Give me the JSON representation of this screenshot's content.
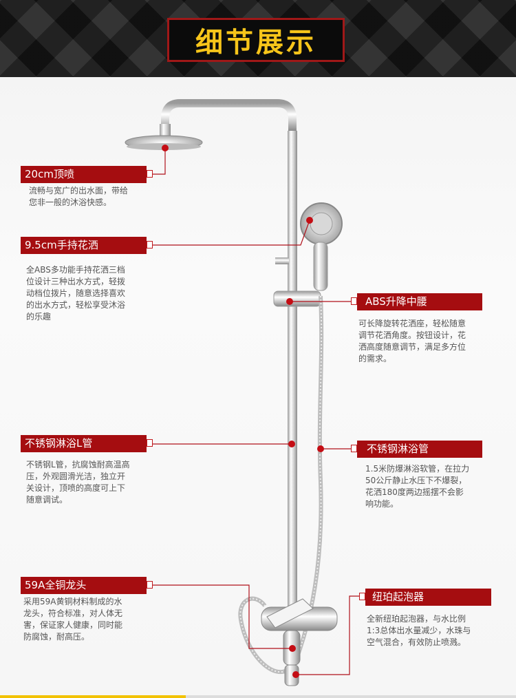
{
  "header": {
    "title": "细节展示"
  },
  "colors": {
    "accent_red": "#a50d10",
    "title_yellow": "#f7c51a",
    "header_dark": "#1e1e1e"
  },
  "features": [
    {
      "label": "20cm顶喷",
      "desc": [
        "流畅与宽广的出水面，带给",
        "您非一般的沐浴快感。"
      ]
    },
    {
      "label": "9.5cm手持花洒",
      "desc": [
        "全ABS多功能手持花洒三档",
        "位设计三种出水方式，轻拨",
        "动档位拨片，随意选择喜欢",
        "的出水方式，轻松享受沐浴",
        "的乐趣"
      ]
    },
    {
      "label": "ABS升降中腰",
      "desc": [
        "可长降旋转花洒座，轻松随意",
        "调节花洒角度。按钮设计，花",
        "洒高度随意调节，满足多方位",
        "的需求。"
      ]
    },
    {
      "label": "不锈钢淋浴L管",
      "desc": [
        "不锈钢L管，抗腐蚀耐高温高",
        "压，外观圆滑光洁，独立开",
        "关设计，顶喷的高度可上下",
        "随意调试。"
      ]
    },
    {
      "label": "不锈钢淋浴管",
      "desc": [
        "1.5米防爆淋浴软管，在拉力",
        "50公斤静止水压下不爆裂，",
        "花洒180度两边摇摆不会影",
        "响功能。"
      ]
    },
    {
      "label": "59A全铜龙头",
      "desc": [
        "采用59A黄铜材料制成的水",
        "龙头，符合标准，对人体无",
        "害，保证家人健康，同时能",
        "防腐蚀，耐高压。"
      ]
    },
    {
      "label": "纽珀起泡器",
      "desc": [
        "全新纽珀起泡器，与水比例",
        "1:3总体出水量减少，水珠与",
        "空气混合，有效防止喷溅。"
      ]
    }
  ]
}
